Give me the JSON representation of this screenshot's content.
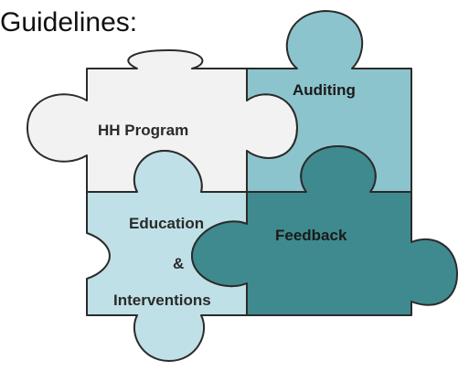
{
  "heading": "Guidelines:",
  "pieces": {
    "hh_program": {
      "label": "HH Program",
      "color": "#f2f2f2"
    },
    "auditing": {
      "label": "Auditing",
      "color": "#8cc4cd"
    },
    "education": {
      "line1": "Education",
      "line2": "&",
      "line3": "Interventions",
      "color": "#bfe0e6"
    },
    "feedback": {
      "label": "Feedback",
      "color": "#3f8a8e"
    }
  }
}
